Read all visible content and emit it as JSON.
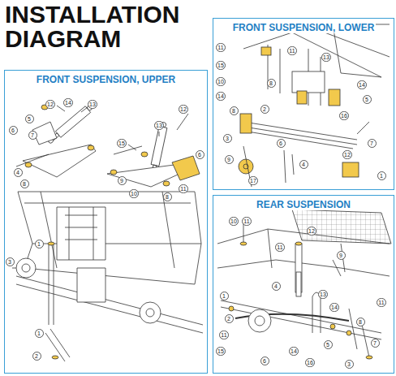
{
  "diagram": {
    "title": "INSTALLATION DIAGRAM",
    "nodes": [
      {
        "text": [
          "FRONT SUSPENSION, UPPER"
        ]
      },
      {
        "text": [
          "FRONT SUSPENSION, LOWER"
        ]
      },
      {
        "text": [
          "REAR SUSPENSION"
        ]
      }
    ],
    "labels": [
      "12",
      "14",
      "13",
      "5",
      "6",
      "7",
      "13",
      "15",
      "4",
      "8",
      "6",
      "11",
      "9",
      "10",
      "8",
      "1",
      "3",
      "1",
      "2",
      "12",
      "11",
      "15",
      "10",
      "14",
      "8",
      "3",
      "9",
      "17",
      "11",
      "13",
      "8",
      "5",
      "16",
      "4",
      "12",
      "7",
      "1",
      "6",
      "2",
      "14",
      "10",
      "11",
      "11",
      "12",
      "9",
      "1",
      "2",
      "4",
      "13",
      "14",
      "11",
      "15",
      "6",
      "14",
      "5",
      "8",
      "7",
      "3",
      "11",
      "16"
    ]
  }
}
